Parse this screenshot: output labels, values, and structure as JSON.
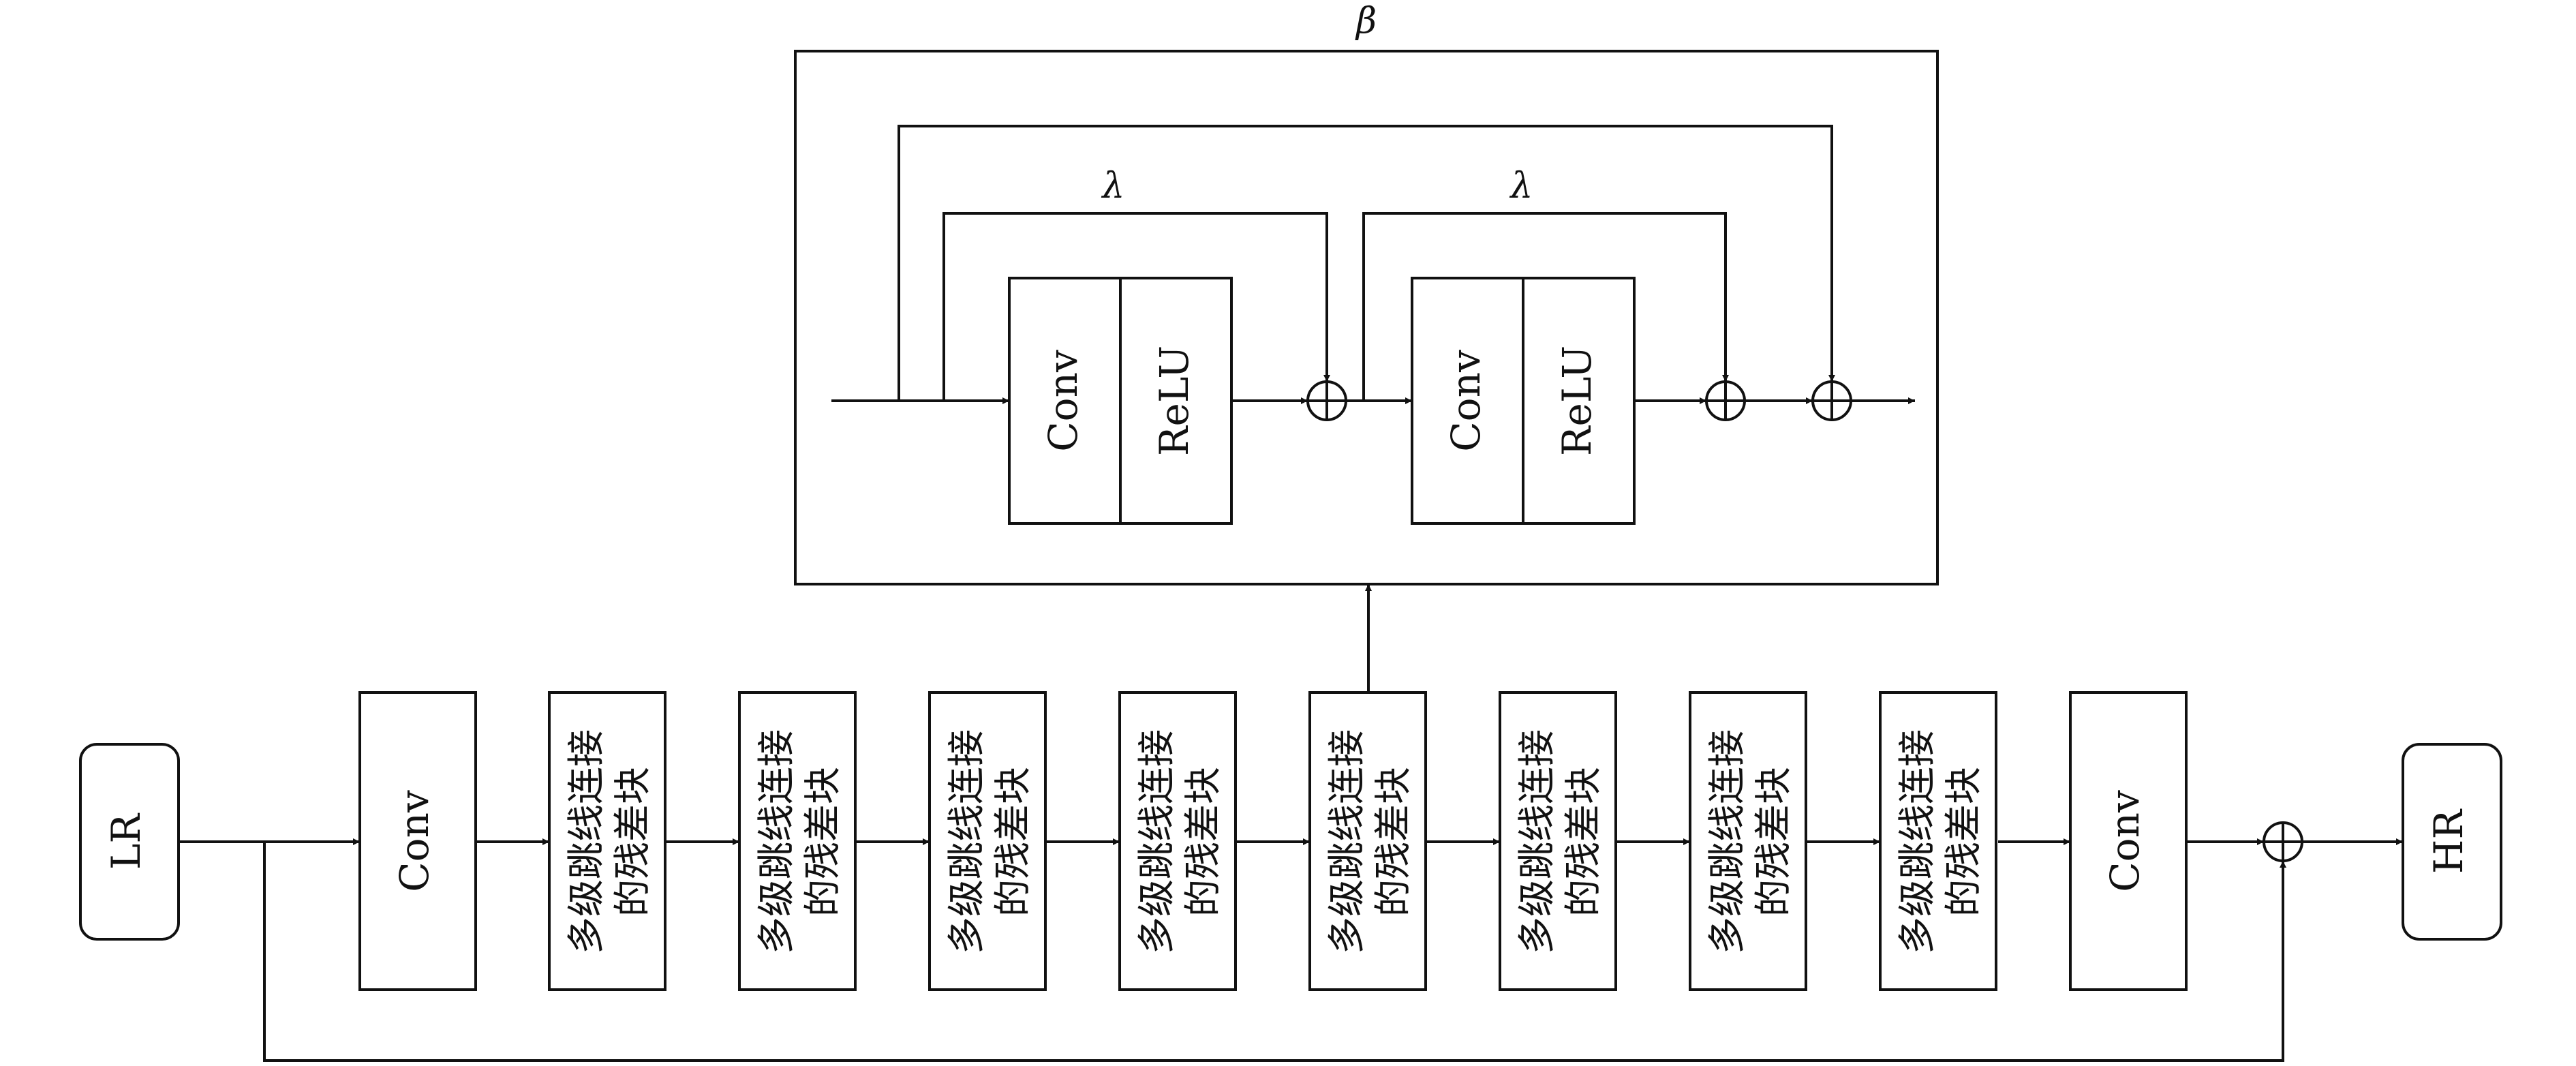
{
  "detail": {
    "outer_label": "β",
    "skip_labels": [
      "λ",
      "λ"
    ],
    "units": [
      {
        "conv": "Conv",
        "act": "ReLU"
      },
      {
        "conv": "Conv",
        "act": "ReLU"
      }
    ]
  },
  "pipeline": {
    "input": "LR",
    "output": "HR",
    "head_conv": "Conv",
    "tail_conv": "Conv",
    "block_line1": "多级跳线连接",
    "block_line2": "的残差块",
    "block_count": 8,
    "expanded_block_index": 4
  },
  "colors": {
    "stroke": "#111111",
    "background": "#ffffff"
  }
}
